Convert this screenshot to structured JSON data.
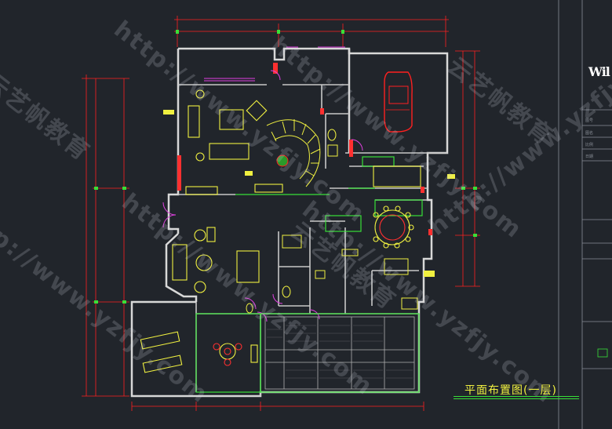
{
  "drawing": {
    "title": "平面布置图(一层)",
    "logo_text": "Wil",
    "watermark_url": "http://www.yzfjy.com",
    "watermark_cn": "云艺帆教育",
    "titleblock_labels": [
      "图号",
      "图名",
      "比例",
      "日期"
    ],
    "colors": {
      "background": "#21252b",
      "wall": "#d8d8d8",
      "dimension": "#ff2020",
      "furniture": "#f0f040",
      "accent_green": "#38e038",
      "accent_magenta": "#e040e0",
      "glass_grid": "#b0b0b0",
      "hatch": "#6a6a70"
    }
  }
}
